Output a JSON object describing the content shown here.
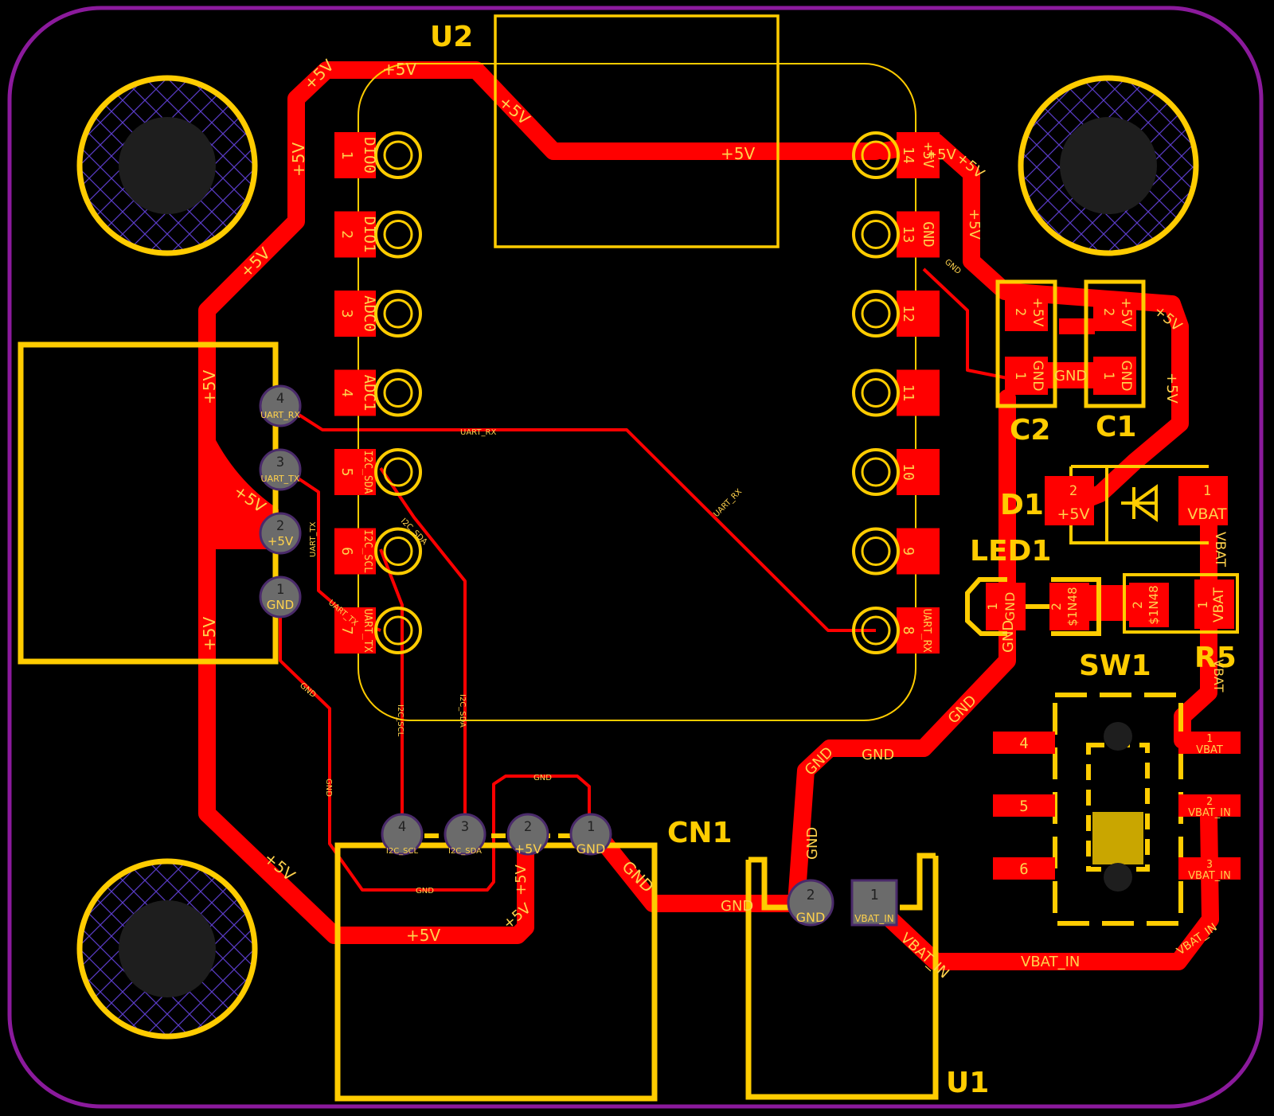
{
  "colors": {
    "background": "#000000",
    "copper": "#ff0000",
    "silkscreen": "#ffcc00",
    "net_label": "#ffd24d",
    "board_edge": "#8b1a9c",
    "pad_text": "#ffd24d",
    "thru_hole": "#6b6b6b",
    "drill": "#1e1e1e",
    "mount_hatch": "#5a3cc8",
    "switch_slider": "#c9a600"
  },
  "labels": {
    "U2": "U2",
    "C2": "C2",
    "C1": "C1",
    "D1": "D1",
    "LED1": "LED1",
    "R5": "R5",
    "SW1": "SW1",
    "CN1": "CN1",
    "U1": "U1"
  },
  "nets": {
    "v5": "+5V",
    "gnd": "GND",
    "vbat": "VBAT",
    "vbat_in": "VBAT_IN",
    "uart_rx": "UART_RX",
    "uart_tx": "UART_TX",
    "i2c_sda": "I2C_SDA",
    "i2c_scl": "I2C_SCL",
    "s1n48": "$1N48"
  },
  "u2_left": [
    {
      "num": "1",
      "name": "DIO0"
    },
    {
      "num": "2",
      "name": "DIO1"
    },
    {
      "num": "3",
      "name": "ADC0"
    },
    {
      "num": "4",
      "name": "ADC1"
    },
    {
      "num": "5",
      "name": "I2C_SDA"
    },
    {
      "num": "6",
      "name": "I2C_SCL"
    },
    {
      "num": "7",
      "name": "UART_TX"
    }
  ],
  "u2_right": [
    {
      "num": "14",
      "name": "+5V"
    },
    {
      "num": "13",
      "name": "GND"
    },
    {
      "num": "12",
      "name": ""
    },
    {
      "num": "11",
      "name": ""
    },
    {
      "num": "10",
      "name": ""
    },
    {
      "num": "9",
      "name": ""
    },
    {
      "num": "8",
      "name": "UART_RX"
    }
  ],
  "left_header": [
    {
      "num": "4",
      "name": "UART_RX"
    },
    {
      "num": "3",
      "name": "UART_TX"
    },
    {
      "num": "2",
      "name": "+5V"
    },
    {
      "num": "1",
      "name": "GND"
    }
  ],
  "cn1_pins": [
    {
      "num": "4",
      "name": "I2C_SCL"
    },
    {
      "num": "3",
      "name": "I2C_SDA"
    },
    {
      "num": "2",
      "name": "+5V"
    },
    {
      "num": "1",
      "name": "GND"
    }
  ],
  "u1_pins": [
    {
      "num": "2",
      "name": "GND"
    },
    {
      "num": "1",
      "name": "VBAT_IN"
    }
  ],
  "sw1_pins": [
    "4",
    "5",
    "6",
    "1",
    "2",
    "3"
  ],
  "small_pins": {
    "one": "1",
    "two": "2"
  }
}
